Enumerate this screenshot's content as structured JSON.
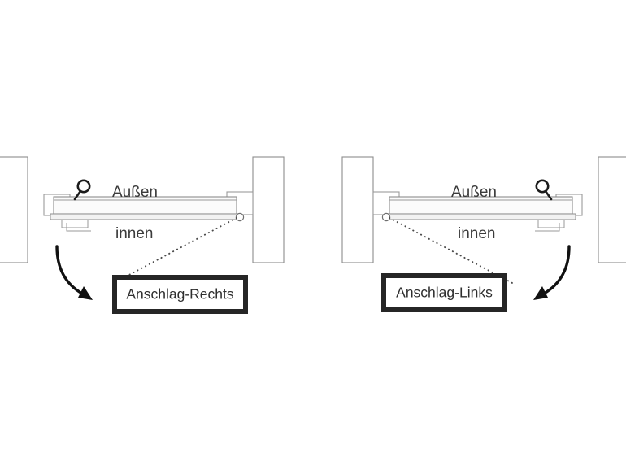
{
  "diagram": {
    "title": "Anschlagrichtung Tuer Montagevarianten",
    "background_color": "#ffffff",
    "line_color": "#8d8d8d",
    "accent_color": "#111111",
    "callout_border_color": "#262626",
    "text_color": "#3b3b3b",
    "panels": [
      {
        "id": "right-hand",
        "side": "left",
        "outside_label": "Außen",
        "inside_label": "innen",
        "callout_label": "Anschlag-Rechts",
        "hinge_side": "right",
        "handle_side": "left",
        "swing_direction": "down-right"
      },
      {
        "id": "left-hand",
        "side": "right",
        "outside_label": "Außen",
        "inside_label": "innen",
        "callout_label": "Anschlag-Links",
        "hinge_side": "left",
        "handle_side": "right",
        "swing_direction": "down-left"
      }
    ],
    "walls": [
      {
        "name": "wall-outer-left",
        "hatch": "up"
      },
      {
        "name": "wall-inner-left",
        "hatch": "down"
      },
      {
        "name": "wall-inner-right",
        "hatch": "up"
      },
      {
        "name": "wall-outer-right",
        "hatch": "up"
      }
    ]
  }
}
